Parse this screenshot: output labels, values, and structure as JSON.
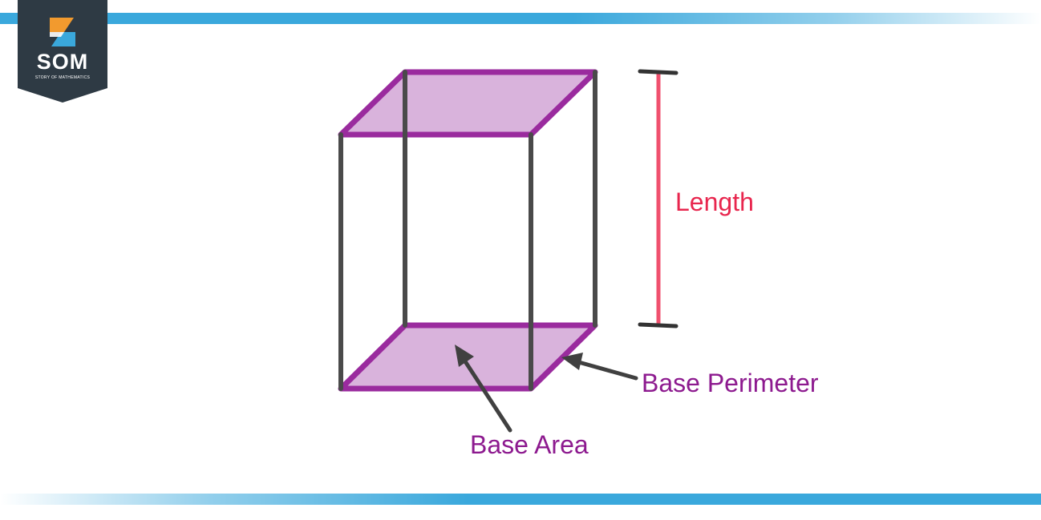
{
  "logo": {
    "title": "SOM",
    "subtitle": "STORY OF MATHEMATICS"
  },
  "labels": {
    "length": "Length",
    "base_perimeter": "Base Perimeter",
    "base_area": "Base Area"
  },
  "colors": {
    "band": "#3aa8dc",
    "logo_background": "#2e3a44",
    "face_fill": "#d9b3dc",
    "face_edge": "#9a2b9e",
    "vertical_edge": "#4a4a4a",
    "length_marker": "#f0506e",
    "length_text": "#e8264e",
    "purple_text": "#8d1a8f"
  }
}
